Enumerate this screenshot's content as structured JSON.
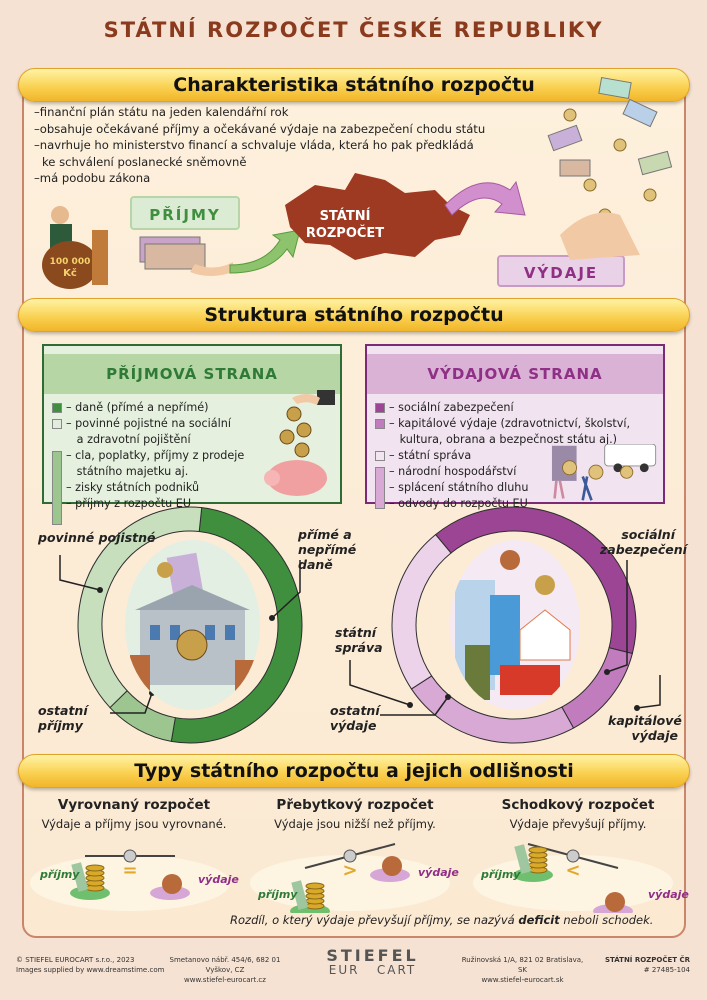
{
  "title": "STÁTNÍ ROZPOČET ČESKÉ REPUBLIKY",
  "section1": {
    "heading": "Charakteristika státního rozpočtu",
    "bullets": [
      "–finanční plán státu na jeden kalendářní rok",
      "–obsahuje očekávané příjmy a očekávané výdaje na zabezpečení chodu státu",
      "–navrhuje ho ministerstvo financí a schvaluje vláda, která ho pak předkládá",
      "  ke schválení poslanecké sněmovně",
      "–má podobu zákona"
    ],
    "income_label": "PŘÍJMY",
    "budget_label_1": "STÁTNÍ",
    "budget_label_2": "ROZPOČET",
    "expense_label": "VÝDAJE",
    "money_bag_text": "100 000 Kč"
  },
  "section2": {
    "heading": "Struktura státního rozpočtu",
    "income": {
      "title": "PŘÍJMOVÁ STRANA",
      "items": [
        "– daně (přímé a nepřímé)",
        "– povinné pojistné na sociální",
        "   a zdravotní pojištění",
        "– cla, poplatky, příjmy z prodeje",
        "   státního majetku aj.",
        "– zisky státních podniků",
        "– příjmy z rozpočtu EU"
      ]
    },
    "expense": {
      "title": "VÝDAJOVÁ STRANA",
      "items": [
        "– sociální zabezpečení",
        "– kapitálové výdaje (zdravotnictví, školství,",
        "   kultura, obrana a bezpečnost státu aj.)",
        "– státní správa",
        "– národní hospodářství",
        "– splácení státního dluhu",
        "– odvody do rozpočtu EU"
      ]
    },
    "income_donut": {
      "labels": {
        "pojistne": "povinné pojistné",
        "dane": "přímé a nepřímé daně",
        "ostatni": "ostatní příjmy"
      },
      "segments": [
        {
          "key": "dane",
          "share": 0.51,
          "color": "#3f8f3f"
        },
        {
          "key": "ostatni",
          "share": 0.1,
          "color": "#9cc58f"
        },
        {
          "key": "pojistne",
          "share": 0.39,
          "color": "#c7dfbd"
        }
      ],
      "start_deg": 6
    },
    "expense_donut": {
      "labels": {
        "socialni": "sociální zabezpečení",
        "kapitalove": "kapitálové výdaje",
        "sprava": "státní správa",
        "ostatni": "ostatní výdaje"
      },
      "segments": [
        {
          "key": "socialni",
          "share": 0.4,
          "color": "#9b4594"
        },
        {
          "key": "kapitalove",
          "share": 0.13,
          "color": "#c07cbc"
        },
        {
          "key": "ostatni",
          "share": 0.24,
          "color": "#d8a9d4"
        },
        {
          "key": "sprava",
          "share": 0.23,
          "color": "#ecd3ea"
        }
      ],
      "start_deg": -40
    },
    "colors": {
      "income": "#3f8f3f",
      "expense": "#9b2f8f"
    }
  },
  "section3": {
    "heading": "Typy státního rozpočtu a jejich odlišnosti",
    "types": [
      {
        "title": "Vyrovnaný rozpočet",
        "desc": "Výdaje a příjmy jsou vyrovnané.",
        "sign": "="
      },
      {
        "title": "Přebytkový rozpočet",
        "desc": "Výdaje jsou nižší než příjmy.",
        "sign": ">"
      },
      {
        "title": "Schodkový rozpočet",
        "desc": "Výdaje převyšují příjmy.",
        "sign": "<"
      }
    ],
    "income_word": "příjmy",
    "expense_word": "výdaje",
    "note_pre": "Rozdíl, o který výdaje převyšují příjmy, se nazývá ",
    "note_bold": "deficit",
    "note_post": " neboli schodek."
  },
  "footer": {
    "copyright": "© STIEFEL EUROCART s.r.o., 2023",
    "images": "Images supplied by www.dreamstime.com",
    "addr_cz": "Smetanovo nábř. 454/6, 682 01 Vyškov, CZ",
    "web_cz": "www.stiefel-eurocart.cz",
    "logo_top": "STIEFEL",
    "logo_bottom": "EUR   CART",
    "addr_sk": "Ružinovská 1/A, 821 02 Bratislava, SK",
    "web_sk": "www.stiefel-eurocart.sk",
    "product": "STÁTNÍ ROZPOČET ČR",
    "code": "# 27485-104"
  }
}
